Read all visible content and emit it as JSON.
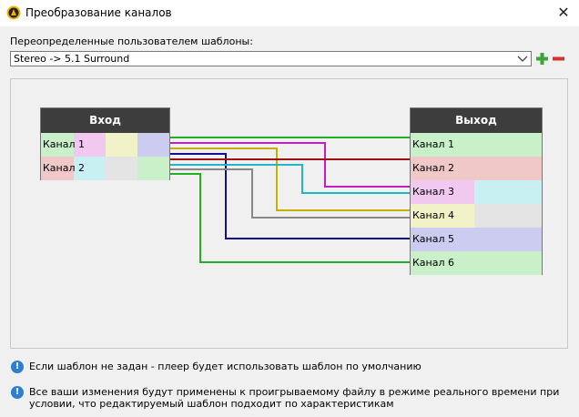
{
  "window": {
    "title": "Преобразование каналов",
    "close_label": "✕"
  },
  "presets": {
    "label": "Переопределенные пользователем шаблоны:",
    "selected": "Stereo -> 5.1 Surround"
  },
  "input_panel": {
    "title": "Вход",
    "channels": [
      "Канал 1",
      "Канал 2"
    ]
  },
  "output_panel": {
    "title": "Выход",
    "channels": [
      "Канал 1",
      "Канал 2",
      "Канал 3",
      "Канал 4",
      "Канал 5",
      "Канал 6"
    ]
  },
  "colors": {
    "ch1": "#22b022",
    "ch2": "#a01010",
    "ch3": "#c020c0",
    "ch4": "#c8b000",
    "ch5": "#101090",
    "ch6": "#22b022",
    "cyan": "#20b8c8",
    "gray": "#888888"
  },
  "info": {
    "line1": "Если шаблон не задан - плеер будет использовать шаблон по умолчанию",
    "line2": "Все ваши изменения будут применены к проигрываемому файлу в режиме реального времени при условии, что редактируемый шаблон подходит по характеристикам"
  }
}
